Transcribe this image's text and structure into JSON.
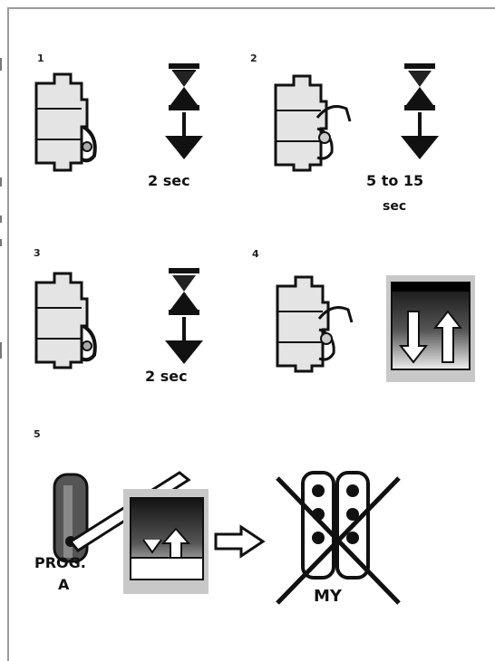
{
  "steps": [
    {
      "number": "1",
      "duration": "2 sec"
    },
    {
      "number": "2",
      "duration_top": "5 to 15",
      "duration_bottom": "sec"
    },
    {
      "number": "3",
      "duration": "2 sec"
    },
    {
      "number": "4"
    },
    {
      "number": "5",
      "prog_label": "PROG.",
      "prog_sub": "A",
      "remote_label": "MY"
    }
  ],
  "icons": [
    "din-rail-module-icon",
    "hand-press-icon",
    "hourglass-icon",
    "arrow-down-icon",
    "up-down-motor-indicator-icon",
    "programming-button-icon",
    "pen-icon",
    "outline-arrow-right-icon",
    "crossed-out-remote-icon"
  ]
}
